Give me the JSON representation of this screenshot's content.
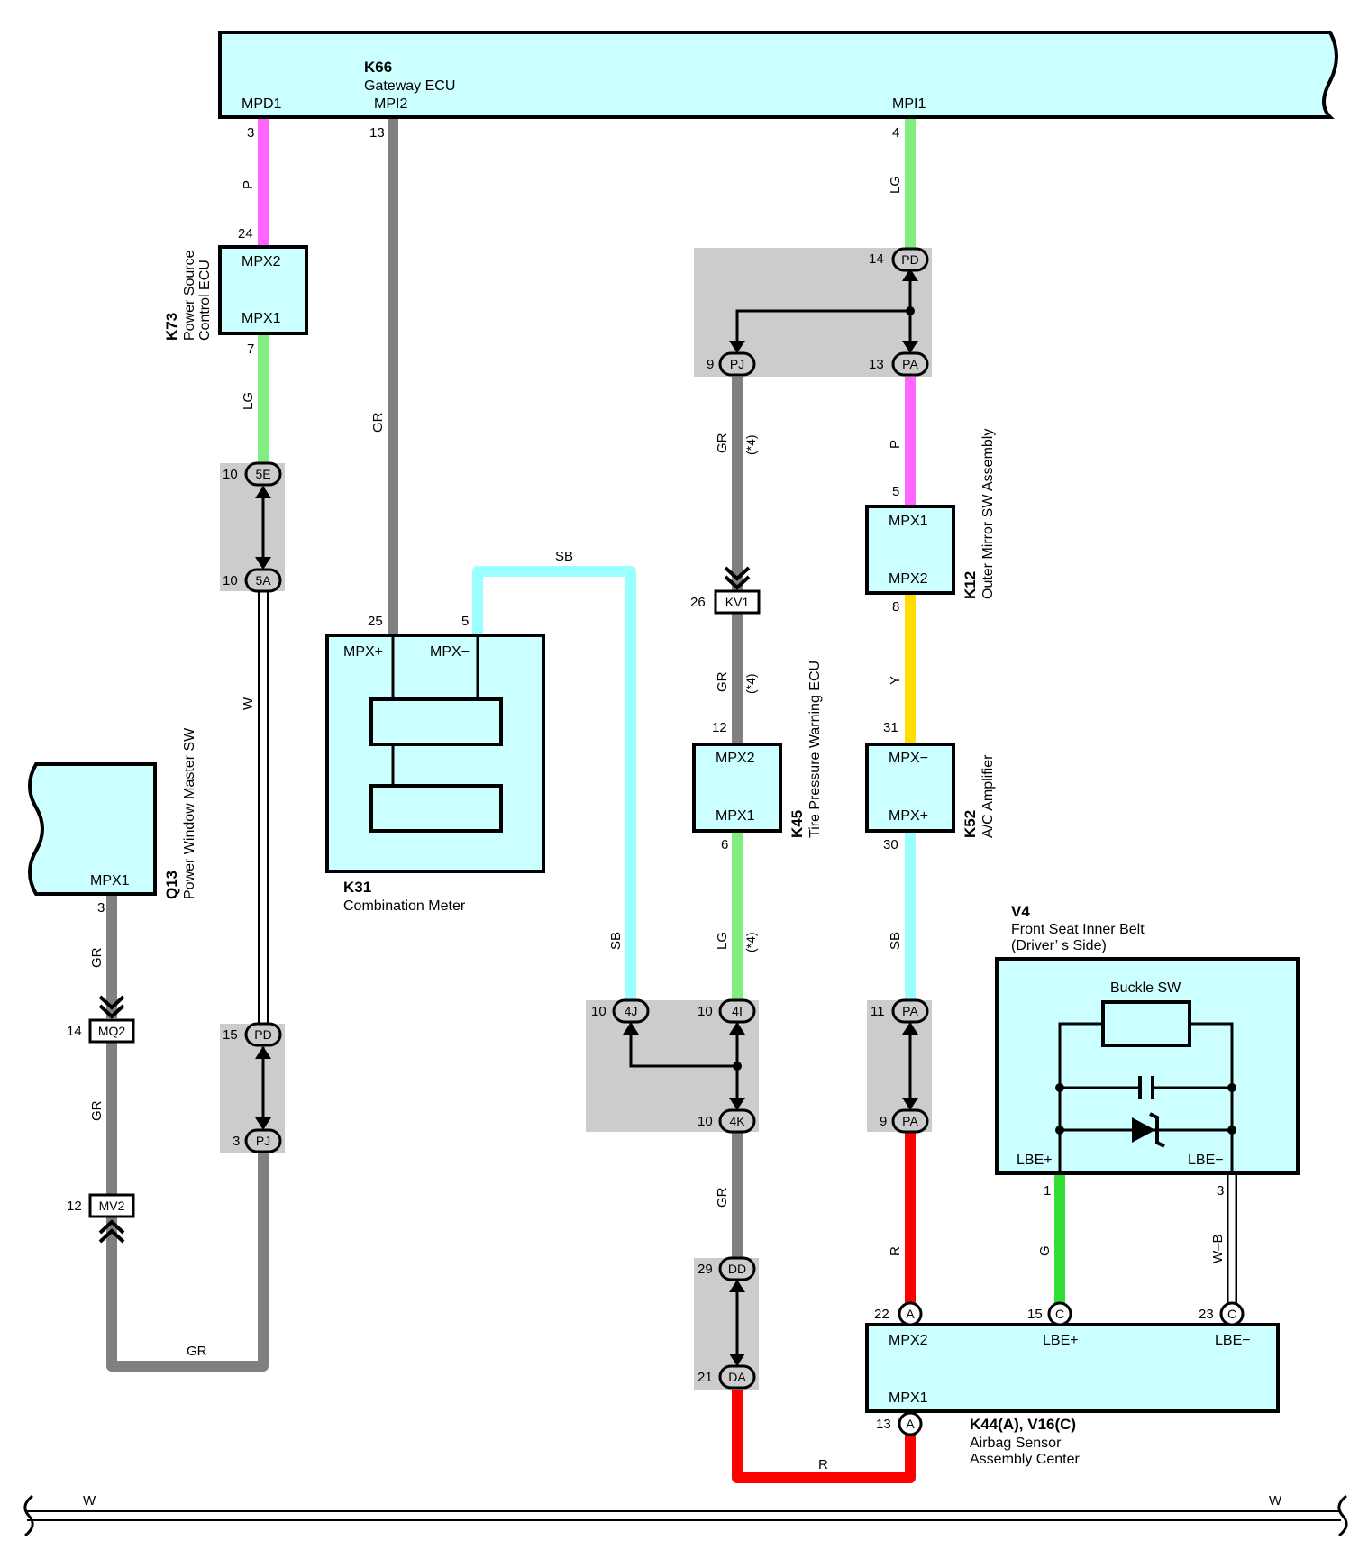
{
  "gateway": {
    "id": "K66",
    "name": "Gateway ECU",
    "pin_mpd1": "MPD1",
    "pin_mpi2": "MPI2",
    "pin_mpi1": "MPI1"
  },
  "k73": {
    "id": "K73",
    "name1": "Power Source",
    "name2": "Control ECU",
    "pin_mpx2": "MPX2",
    "pin_mpx1": "MPX1"
  },
  "k31": {
    "id": "K31",
    "name": "Combination Meter",
    "pin_mpxp": "MPX+",
    "pin_mpxm": "MPX−"
  },
  "q13": {
    "id": "Q13",
    "name": "Power Window Master SW",
    "pin_mpx1": "MPX1"
  },
  "k45": {
    "id": "K45",
    "name": "Tire Pressure Warning ECU",
    "pin_mpx2": "MPX2",
    "pin_mpx1": "MPX1"
  },
  "k12": {
    "id": "K12",
    "name": "Outer Mirror SW Assembly",
    "pin_mpx1": "MPX1",
    "pin_mpx2": "MPX2"
  },
  "k52": {
    "id": "K52",
    "name": "A/C Amplifier",
    "pin_mpxm": "MPX−",
    "pin_mpxp": "MPX+"
  },
  "v4": {
    "id": "V4",
    "name1": "Front Seat Inner Belt",
    "name2": "(Driver’ s Side)",
    "switch": "Buckle SW",
    "pin_lbep": "LBE+",
    "pin_lbem": "LBE−"
  },
  "k44": {
    "id": "K44(A), V16(C)",
    "name1": "Airbag Sensor",
    "name2": "Assembly Center",
    "pin_mpx2": "MPX2",
    "pin_mpx1": "MPX1",
    "pin_lbep": "LBE+",
    "pin_lbem": "LBE−"
  },
  "wires": {
    "p": "P",
    "lg": "LG",
    "gr": "GR",
    "w": "W",
    "sb": "SB",
    "y": "Y",
    "r": "R",
    "g": "G",
    "wb": "W–B",
    "note": "(*4)"
  },
  "pins": {
    "p3": "3",
    "p24": "24",
    "p7": "7",
    "p13": "13",
    "p25": "25",
    "p5": "5",
    "p4": "4",
    "p14": "14",
    "p9": "9",
    "p26": "26",
    "p12": "12",
    "p6": "6",
    "p8": "8",
    "p31": "31",
    "p30": "30",
    "p10": "10",
    "p11": "11",
    "p15": "15",
    "p29": "29",
    "p21": "21",
    "p22": "22",
    "p23": "23",
    "p1": "1"
  },
  "terms": {
    "t5E": "5E",
    "t5A": "5A",
    "tPD": "PD",
    "tPJ": "PJ",
    "tPA": "PA",
    "t4J": "4J",
    "t4I": "4I",
    "t4K": "4K",
    "tDD": "DD",
    "tDA": "DA",
    "tA": "A",
    "tC": "C",
    "tKV1": "KV1",
    "tMQ2": "MQ2",
    "tMV2": "MV2"
  },
  "colors": {
    "pink": "#ff66ff",
    "lightgreen": "#80ee80",
    "gray": "#808080",
    "cyan": "#99ffff",
    "yellow": "#ffdd00",
    "red": "#ff0000",
    "green": "#33dd33",
    "box": "#ccffff",
    "junction": "#cccccc"
  }
}
